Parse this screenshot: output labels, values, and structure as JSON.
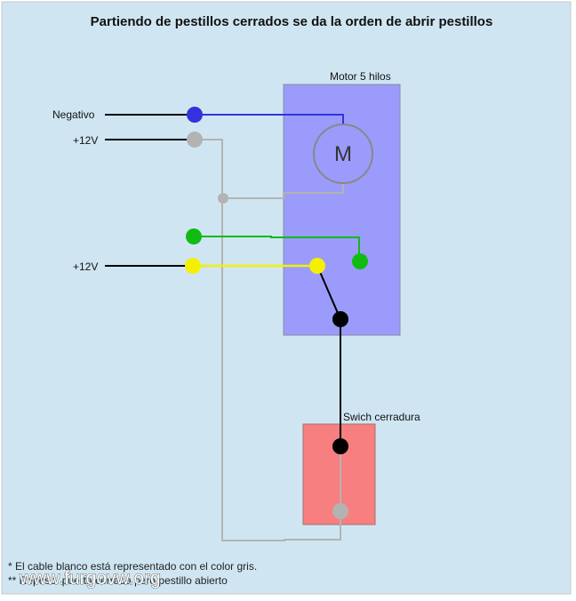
{
  "title": "Partiendo de pestillos cerrados se da la orden de abrir pestillos",
  "motor": {
    "label": "Motor 5 hilos",
    "symbol": "M"
  },
  "switch": {
    "label": "Swich cerradura"
  },
  "inputs": {
    "negativo": "Negativo",
    "plus12_top": "+12V",
    "plus12_bottom": "+12V"
  },
  "notes": {
    "line1": "* El cable blanco está representado con el color gris.",
    "line2": "** Reposo: puerta cerrada pero pestillo abierto"
  },
  "watermark": "www.furgovw.org",
  "colors": {
    "background": "#cfe6f2",
    "motor_box": "#9b9bfb",
    "switch_box": "#f77f7f",
    "blue": "#3333dd",
    "gray": "#b3b3b3",
    "green": "#11bb11",
    "yellow": "#f4f000",
    "black": "#000000"
  }
}
